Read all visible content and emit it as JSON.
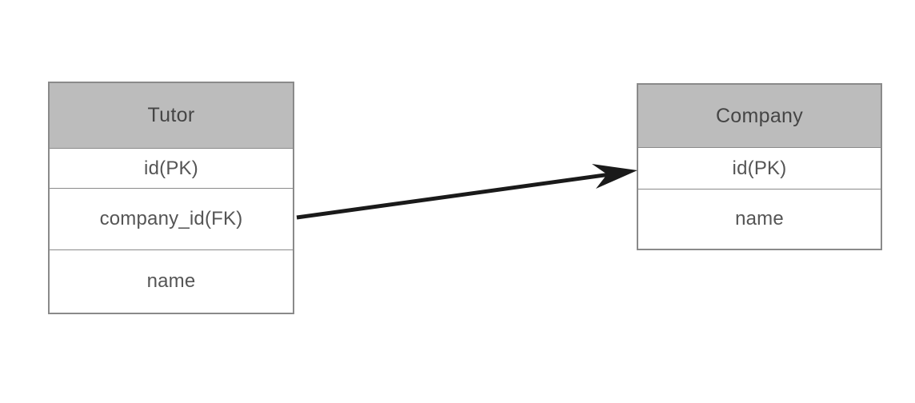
{
  "diagram": {
    "tables": [
      {
        "title": "Tutor",
        "rows": [
          "id(PK)",
          "company_id(FK)",
          "name"
        ]
      },
      {
        "title": "Company",
        "rows": [
          "id(PK)",
          "name"
        ]
      }
    ],
    "relation": {
      "from": "Tutor.company_id(FK)",
      "to": "Company.id(PK)",
      "style": "solid-black-arrow"
    },
    "colors": {
      "table_header_fill": "#bcbcbc",
      "table_border": "#8a8a8a",
      "header_text": "#454545",
      "row_text": "#555555",
      "arrow": "#1a1a1a",
      "background": "#ffffff"
    }
  }
}
